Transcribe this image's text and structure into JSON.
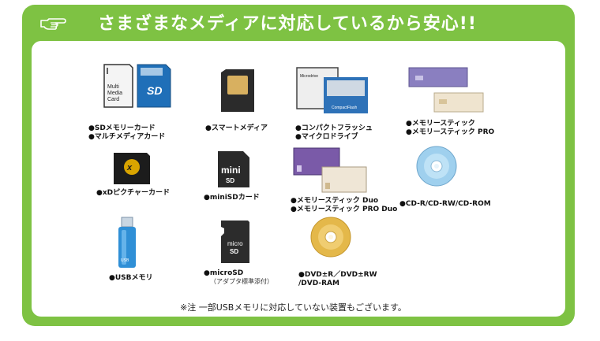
{
  "header": {
    "title": "さまざまなメディアに対応しているから安心!!"
  },
  "media": [
    {
      "icon": "sd-multimedia-card-icon",
      "lines": [
        "●SDメモリーカード",
        "●マルチメディアカード"
      ],
      "card_text": [
        "Multi",
        "Media",
        "Card"
      ],
      "card_brand": "SD"
    },
    {
      "icon": "smart-media-icon",
      "lines": [
        "●スマートメディア"
      ]
    },
    {
      "icon": "compact-flash-icon",
      "lines": [
        "●コンパクトフラッシュ",
        "●マイクロドライブ"
      ],
      "card_text": [
        "Microdrive",
        "CompactFlash"
      ]
    },
    {
      "icon": "memory-stick-icon",
      "lines": [
        "●メモリースティック",
        "●メモリースティック PRO"
      ]
    },
    {
      "icon": "xd-picture-card-icon",
      "lines": [
        "●xDピクチャーカード"
      ]
    },
    {
      "icon": "minisd-card-icon",
      "lines": [
        "●miniSDカード"
      ],
      "card_text": [
        "mini",
        "SD"
      ]
    },
    {
      "icon": "memory-stick-duo-icon",
      "lines": [
        "●メモリースティック Duo",
        "●メモリースティック PRO Duo"
      ]
    },
    {
      "icon": "cd-disc-icon",
      "lines": [
        "●CD-R/CD-RW/CD-ROM"
      ]
    },
    {
      "icon": "usb-memory-icon",
      "lines": [
        "●USBメモリ"
      ]
    },
    {
      "icon": "microsd-card-icon",
      "lines": [
        "●microSD"
      ],
      "sub": "（アダプタ標準添付）",
      "card_text": [
        "micro",
        "SD"
      ]
    },
    {
      "icon": "dvd-disc-icon",
      "lines": [
        "●DVD±R／DVD±RW",
        "/DVD-RAM"
      ]
    }
  ],
  "footer": {
    "note": "※注 一部USBメモリに対応していない装置もございます。"
  },
  "colors": {
    "frame": "#7ec243",
    "panel": "#ffffff"
  }
}
